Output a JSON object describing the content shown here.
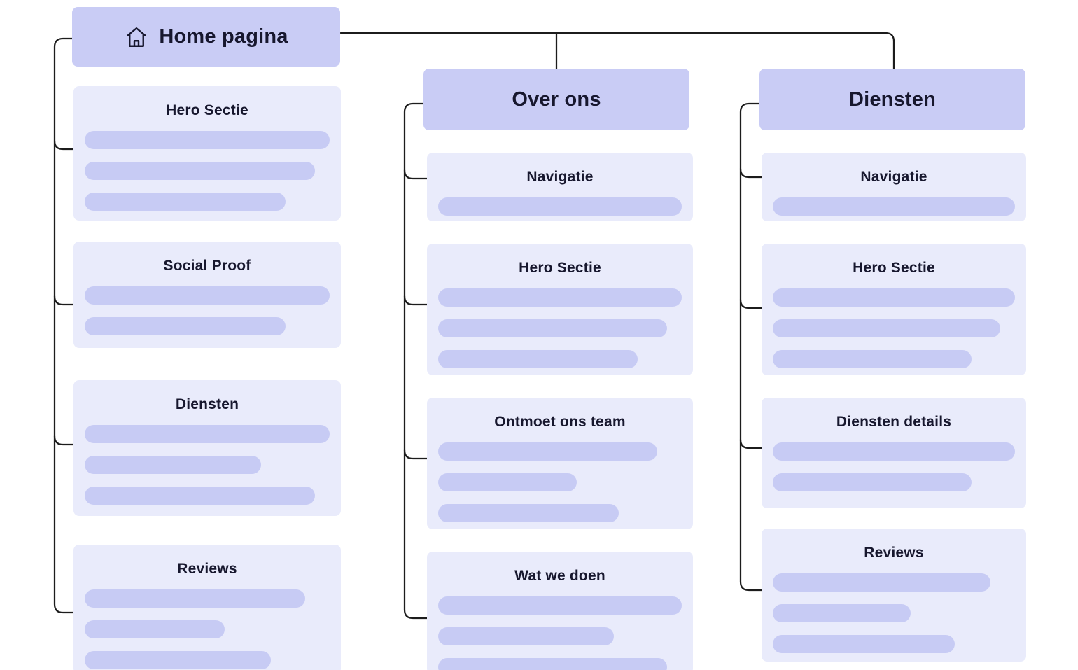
{
  "root": {
    "label": "Home pagina",
    "icon": "home-icon"
  },
  "columns": [
    {
      "cards": [
        {
          "title": "Hero Sectie",
          "bars": [
            100,
            94,
            82
          ]
        },
        {
          "title": "Social Proof",
          "bars": [
            100,
            82
          ]
        },
        {
          "title": "Diensten",
          "bars": [
            100,
            72,
            94
          ]
        },
        {
          "title": "Reviews",
          "bars": [
            90,
            57,
            76
          ]
        }
      ]
    },
    {
      "header": "Over ons",
      "cards": [
        {
          "title": "Navigatie",
          "bars": [
            100
          ]
        },
        {
          "title": "Hero Sectie",
          "bars": [
            100,
            94,
            82
          ]
        },
        {
          "title": "Ontmoet ons team",
          "bars": [
            90,
            57,
            74
          ]
        },
        {
          "title": "Wat we doen",
          "bars": [
            100,
            72,
            94
          ]
        }
      ]
    },
    {
      "header": "Diensten",
      "cards": [
        {
          "title": "Navigatie",
          "bars": [
            100
          ]
        },
        {
          "title": "Hero Sectie",
          "bars": [
            100,
            94,
            82
          ]
        },
        {
          "title": "Diensten details",
          "bars": [
            100,
            82
          ]
        },
        {
          "title": "Reviews",
          "bars": [
            90,
            57,
            75
          ]
        }
      ]
    }
  ],
  "colors": {
    "node_header_bg": "#c9ccf5",
    "card_bg": "#e9ebfb",
    "bar_fill": "#c7cbf4",
    "text": "#17172e",
    "connector": "#1c1c1c"
  }
}
